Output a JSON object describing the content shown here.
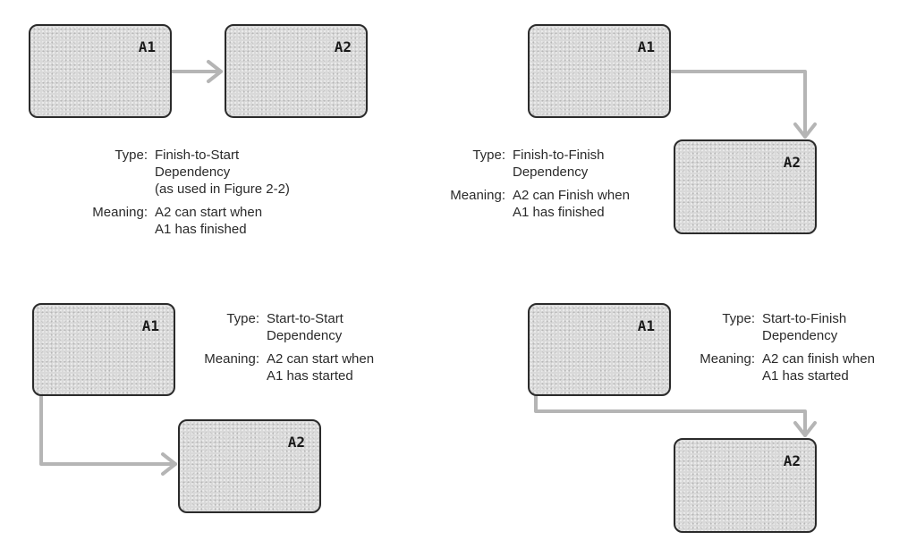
{
  "panels": {
    "finish_to_start": {
      "box_a": "A1",
      "box_b": "A2",
      "type_key": "Type:",
      "type_value": "Finish-to-Start\nDependency\n(as used in Figure 2-2)",
      "meaning_key": "Meaning:",
      "meaning_value": "A2 can start when\nA1 has finished"
    },
    "finish_to_finish": {
      "box_a": "A1",
      "box_b": "A2",
      "type_key": "Type:",
      "type_value": "Finish-to-Finish\nDependency",
      "meaning_key": "Meaning:",
      "meaning_value": "A2 can Finish when\nA1 has finished"
    },
    "start_to_start": {
      "box_a": "A1",
      "box_b": "A2",
      "type_key": "Type:",
      "type_value": "Start-to-Start\nDependency",
      "meaning_key": "Meaning:",
      "meaning_value": "A2 can start when\nA1 has started"
    },
    "start_to_finish": {
      "box_a": "A1",
      "box_b": "A2",
      "type_key": "Type:",
      "type_value": "Start-to-Finish\nDependency",
      "meaning_key": "Meaning:",
      "meaning_value": "A2 can finish when\nA1 has started"
    }
  },
  "colors": {
    "box_fill": "#d9d9d9",
    "box_border": "#2b2b2b",
    "arrow": "#b5b5b5",
    "text": "#2a2a2a"
  }
}
